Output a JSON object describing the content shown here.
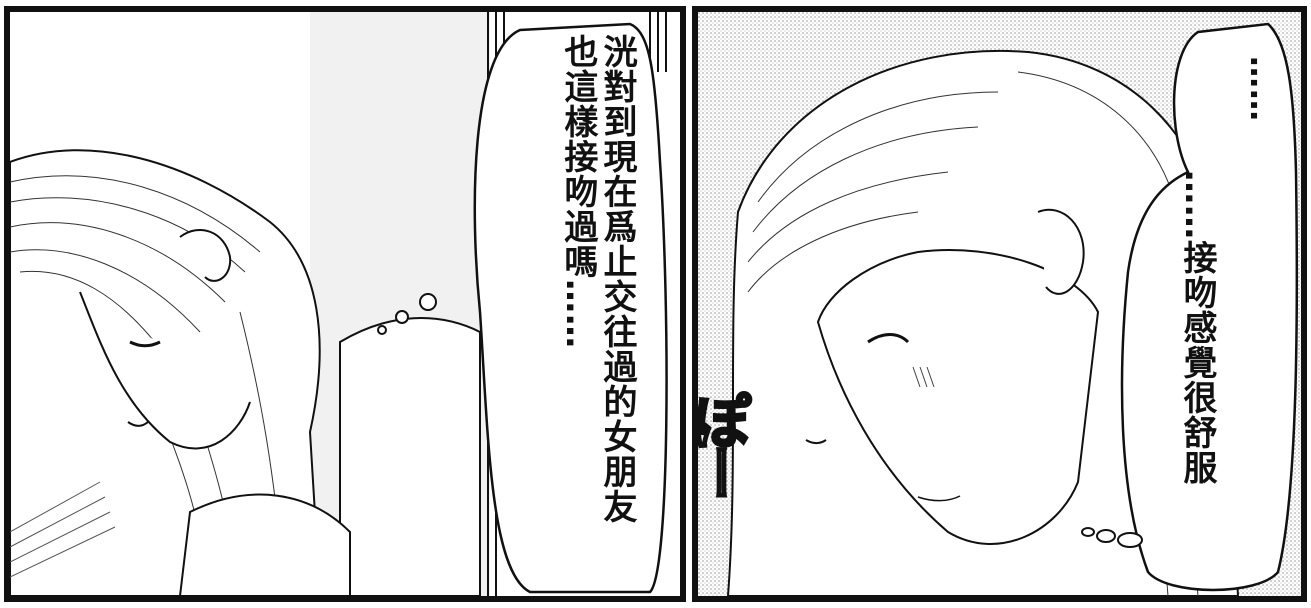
{
  "panels": {
    "left": {
      "balloon_lines": [
        "洸對到現在爲止交往過的女朋友",
        "也這樣接吻過嗎……"
      ]
    },
    "right": {
      "balloon_line_1": "……",
      "balloon_line_2": "……接吻感覺很舒服"
    }
  },
  "sfx": "ぽー",
  "colors": {
    "ink": "#111111",
    "paper": "#ffffff",
    "screentone": "#cfcfcf"
  }
}
